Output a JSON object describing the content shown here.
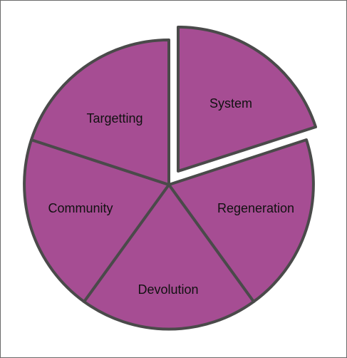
{
  "diagram": {
    "segments": [
      {
        "id": "system",
        "label": "System",
        "exploded": true
      },
      {
        "id": "regeneration",
        "label": "Regeneration",
        "exploded": false
      },
      {
        "id": "devolution",
        "label": "Devolution",
        "exploded": false
      },
      {
        "id": "community",
        "label": "Community",
        "exploded": false
      },
      {
        "id": "targetting",
        "label": "Targetting",
        "exploded": false
      }
    ],
    "colors": {
      "fill": "#a64d93",
      "stroke": "#4a4a4a",
      "background": "#ffffff"
    }
  }
}
